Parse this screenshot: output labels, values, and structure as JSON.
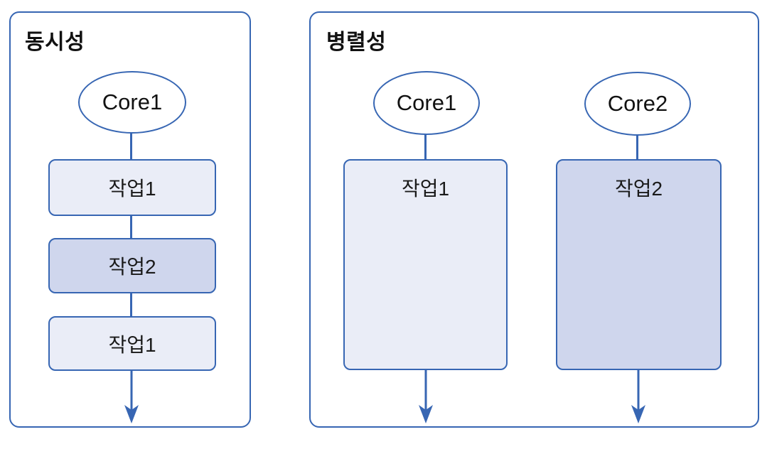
{
  "diagram": {
    "left_panel": {
      "title": "동시성",
      "core": {
        "label": "Core1"
      },
      "tasks": [
        {
          "label": "작업1",
          "shade": "light"
        },
        {
          "label": "작업2",
          "shade": "dark"
        },
        {
          "label": "작업1",
          "shade": "light"
        }
      ]
    },
    "right_panel": {
      "title": "병렬성",
      "columns": [
        {
          "core": {
            "label": "Core1"
          },
          "task": {
            "label": "작업1",
            "shade": "light"
          }
        },
        {
          "core": {
            "label": "Core2"
          },
          "task": {
            "label": "작업2",
            "shade": "dark"
          }
        }
      ]
    },
    "colors": {
      "stroke_blue": "#3766b3",
      "task_fill_light": "#eaedf7",
      "task_fill_dark": "#cfd6ed",
      "text": "#1a1a1a",
      "background": "#ffffff"
    }
  }
}
